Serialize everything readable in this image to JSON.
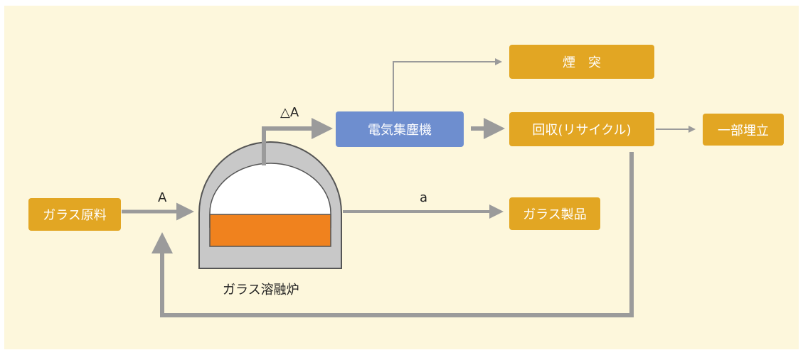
{
  "colors": {
    "background": "#fdf7dc",
    "box_gold": "#e2a623",
    "box_blue": "#6e8ecf",
    "arrow": "#9b9b9b",
    "melt": "#f0821e",
    "furnace_body": "#c8c8c8"
  },
  "nodes": {
    "raw_material": "ガラス原料",
    "furnace": "ガラス溶融炉",
    "precipitator": "電気集塵機",
    "chimney": "煙　突",
    "recovery": "回収(リサイクル)",
    "landfill": "一部埋立",
    "product": "ガラス製品"
  },
  "flow_labels": {
    "input": "A",
    "to_precipitator": "△A",
    "to_product": "a"
  }
}
